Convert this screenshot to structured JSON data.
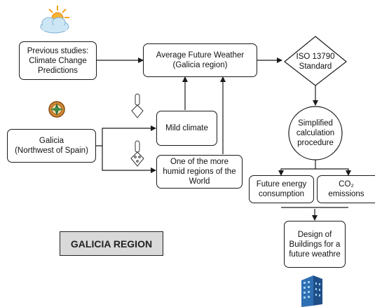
{
  "boxes": {
    "previous_studies": "Previous studies:\nClimate Change\nPredictions",
    "average_weather": "Average Future Weather\n(Galicia region)",
    "galicia": "Galicia\n(Northwest of Spain)",
    "mild_climate": "Mild climate",
    "humid_regions": "One of the more\nhumid regions of the\nWorld",
    "future_energy": "Future energy\nconsumption",
    "co2": "CO₂ emissions",
    "design": "Design of\nBuildings for a\nfuture weathre"
  },
  "diamond": {
    "iso": "ISO 13790\nStandard"
  },
  "circle": {
    "procedure": "Simplified\ncalculation\nprocedure"
  },
  "tag": {
    "label": "GALICIA REGION"
  },
  "icons": [
    "cloud-sun-icon",
    "compass-icon",
    "thermometer-icon",
    "thermometer-drops-icon",
    "building-icon"
  ],
  "colors": {
    "line": "#1a1a1a",
    "tag_fill": "#d9d9d9",
    "cloud": "#cde6f5",
    "sun": "#f7a21b",
    "compass": "#b06a1a",
    "building": "#3a7ec2"
  }
}
